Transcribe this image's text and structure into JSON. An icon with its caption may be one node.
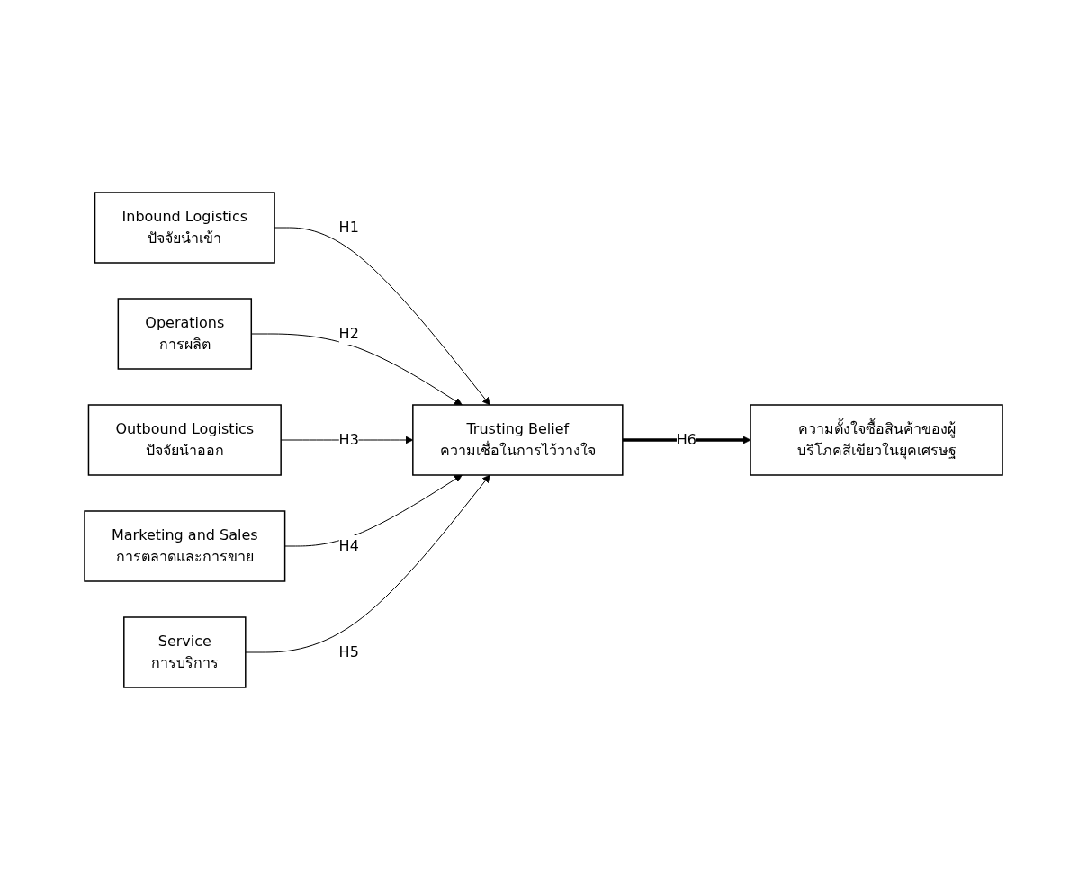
{
  "diagram": {
    "nodes": [
      {
        "text": [
          "Inbound Logistics",
          "ปัจจัยนำเข้า"
        ]
      },
      {
        "text": [
          "Operations",
          "การผลิต"
        ]
      },
      {
        "text": [
          "Outbound Logistics",
          "ปัจจัยนำออก"
        ]
      },
      {
        "text": [
          "Marketing and Sales",
          "การตลาดและการขาย"
        ]
      },
      {
        "text": [
          "Service",
          "การบริการ"
        ]
      },
      {
        "text": [
          "Trusting Belief",
          "ความเชื่อในการไว้วางใจ"
        ]
      },
      {
        "text": [
          "ความตั้งใจซื้อสินค้าของผู้บริโภคสีเขียวในยุคเศรษฐ"
        ]
      }
    ],
    "edges": [
      {
        "from": 0,
        "to": 5,
        "arrow": "to",
        "label": "H1"
      },
      {
        "from": 1,
        "to": 5,
        "arrow": "to",
        "label": "H2"
      },
      {
        "from": 2,
        "to": 5,
        "arrow": "to",
        "label": "H3"
      },
      {
        "from": 3,
        "to": 5,
        "arrow": "to",
        "label": "H4"
      },
      {
        "from": 4,
        "to": 5,
        "arrow": "to",
        "label": "H5"
      },
      {
        "from": 5,
        "to": 6,
        "arrow": "to",
        "label": "H6",
        "style": "thick"
      }
    ]
  }
}
